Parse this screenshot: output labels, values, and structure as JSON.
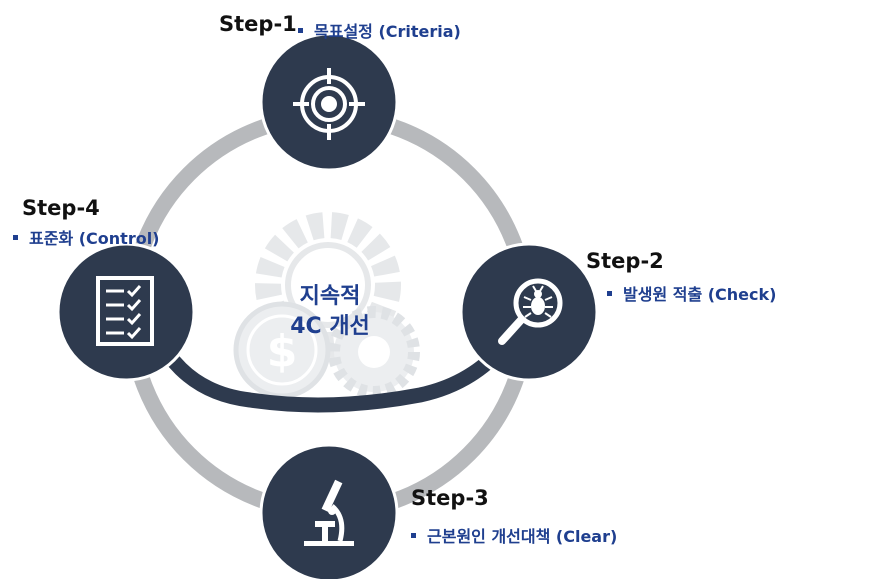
{
  "center": {
    "line1": "지속적",
    "line2": "4C 개선"
  },
  "steps": [
    {
      "title": "Step-1",
      "desc": "목표설정 (Criteria)",
      "icon": "target-icon"
    },
    {
      "title": "Step-2",
      "desc": "발생원 적출 (Check)",
      "icon": "bug-magnifier-icon"
    },
    {
      "title": "Step-3",
      "desc": "근본원인 개선대책 (Clear)",
      "icon": "microscope-icon"
    },
    {
      "title": "Step-4",
      "desc": "표준화 (Control)",
      "icon": "checklist-icon"
    }
  ],
  "colors": {
    "node": "#2e3a4e",
    "ring": "#b7b9bc",
    "accent": "#1f3f8f",
    "watermark": "#e6e8ea"
  }
}
